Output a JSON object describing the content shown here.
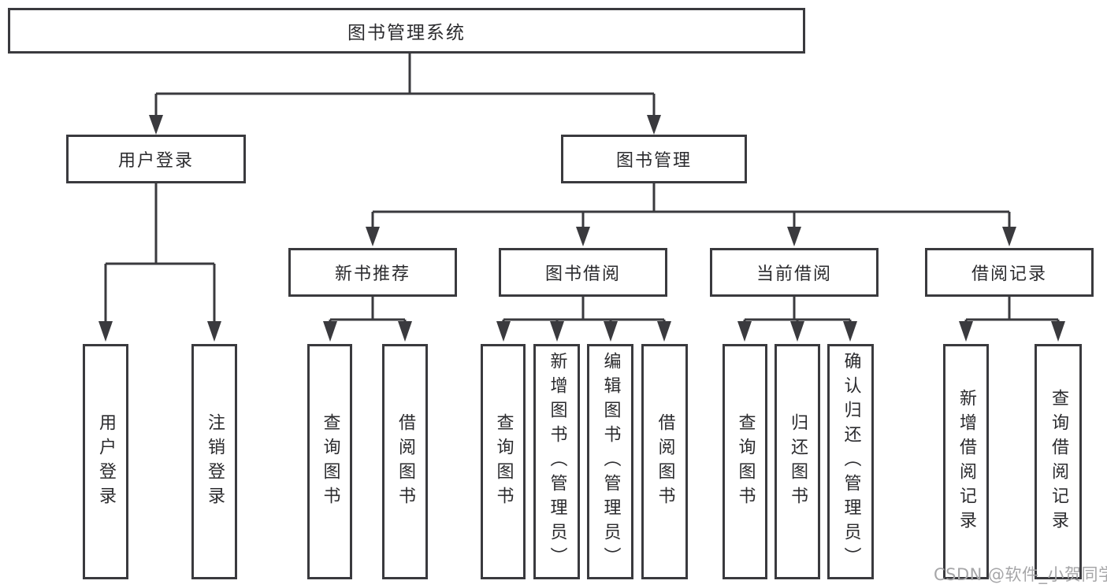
{
  "diagram": {
    "title": "图书管理系统",
    "tree": {
      "root": {
        "label": "图书管理系统"
      },
      "branches": [
        {
          "label": "用户登录",
          "children": [
            "用户登录",
            "注销登录"
          ]
        },
        {
          "label": "图书管理",
          "groups": [
            {
              "label": "新书推荐",
              "children": [
                "查询图书",
                "借阅图书"
              ]
            },
            {
              "label": "图书借阅",
              "children": [
                "查询图书",
                "新增图书（管理员）",
                "编辑图书（管理员）",
                "借阅图书"
              ]
            },
            {
              "label": "当前借阅",
              "children": [
                "查询图书",
                "归还图书",
                "确认归还（管理员）"
              ]
            },
            {
              "label": "借阅记录",
              "children": [
                "新增借阅记录",
                "查询借阅记录"
              ]
            }
          ]
        }
      ]
    },
    "colors": {
      "line": "#3a3a3e",
      "box_border": "#3a3a3e",
      "text": "#2b2b2e",
      "background": "#ffffff",
      "watermark": "#a6a6a8"
    }
  },
  "watermark": {
    "text": "CSDN @软件_小贺同学"
  }
}
